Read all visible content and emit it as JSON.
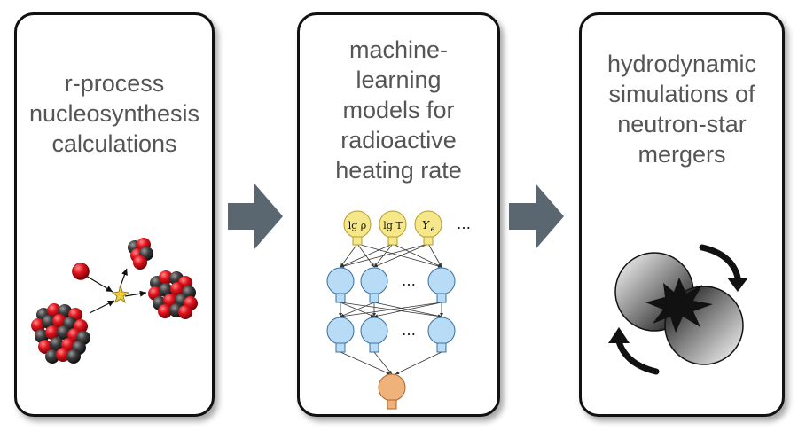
{
  "panels": [
    {
      "id": "nucleosynthesis",
      "lines": [
        "r-process",
        "nucleosynthesis",
        "calculations"
      ]
    },
    {
      "id": "ml-models",
      "lines": [
        "machine-",
        "learning",
        "models for",
        "radioactive",
        "heating rate"
      ]
    },
    {
      "id": "hydro-sims",
      "lines": [
        "hydrodynamic",
        "simulations of",
        "neutron-star",
        "mergers"
      ]
    }
  ],
  "network": {
    "inputs": [
      "lg ρ",
      "lg T",
      "Y",
      "e"
    ],
    "ellipsis": "…"
  },
  "colors": {
    "text": "#555555",
    "border": "#111111",
    "arrow": "#5a6770",
    "input_node": "#f6e88a",
    "hidden_node": "#b8dcf5",
    "output_node": "#efb27a",
    "proton": "#e0141e",
    "neutron": "#3a3a3a"
  }
}
